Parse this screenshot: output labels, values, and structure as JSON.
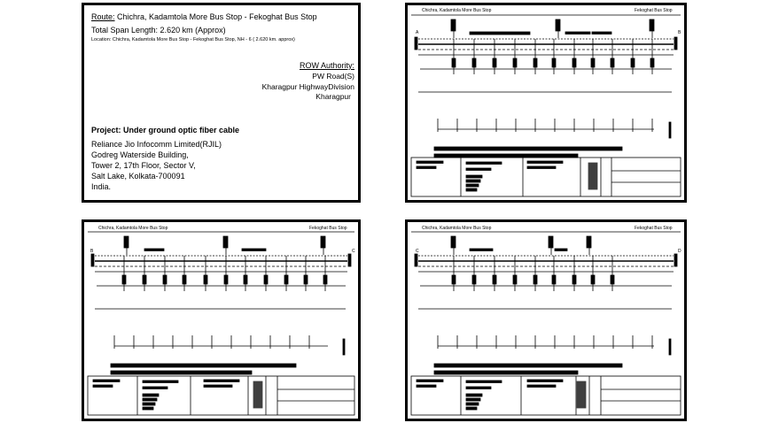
{
  "info_sheet": {
    "route_label": "Route:",
    "route_text": " Chichra, Kadamtola More Bus Stop - Fekoghat Bus Stop",
    "total_span": "Total Span Length: 2.620 km (Approx)",
    "location": "Location: Chichra, Kadamtola More Bus Stop - Fekoghat Bus Stop, NH - 6 ( 2.620 km. approx)",
    "row_authority_label": "ROW Authority:",
    "row_lines": [
      "PW Road(S)",
      "Kharagpur HighwayDivision",
      "Kharagpur"
    ],
    "project_title": "Project: Under ground optic fiber cable",
    "company_lines": [
      "Reliance Jio Infocomm Limited(RJIL)",
      "Godreg Waterside Building,",
      "Tower 2, 17th Floor, Sector V,",
      "Salt Lake, Kolkata-700091",
      "India."
    ]
  },
  "drawing_sheets": [
    {
      "start_label": "Chichra, Kadamtola More Bus Stop",
      "end_label": "Fekoghat Bus Stop",
      "left_marker": "A",
      "right_marker": "B"
    },
    {
      "start_label": "Chichra, Kadamtola More Bus Stop",
      "end_label": "Fekoghat Bus Stop",
      "left_marker": "B",
      "right_marker": "C"
    },
    {
      "start_label": "Chichra, Kadamtola More Bus Stop",
      "end_label": "Fekoghat Bus Stop",
      "left_marker": "C",
      "right_marker": "D"
    }
  ]
}
